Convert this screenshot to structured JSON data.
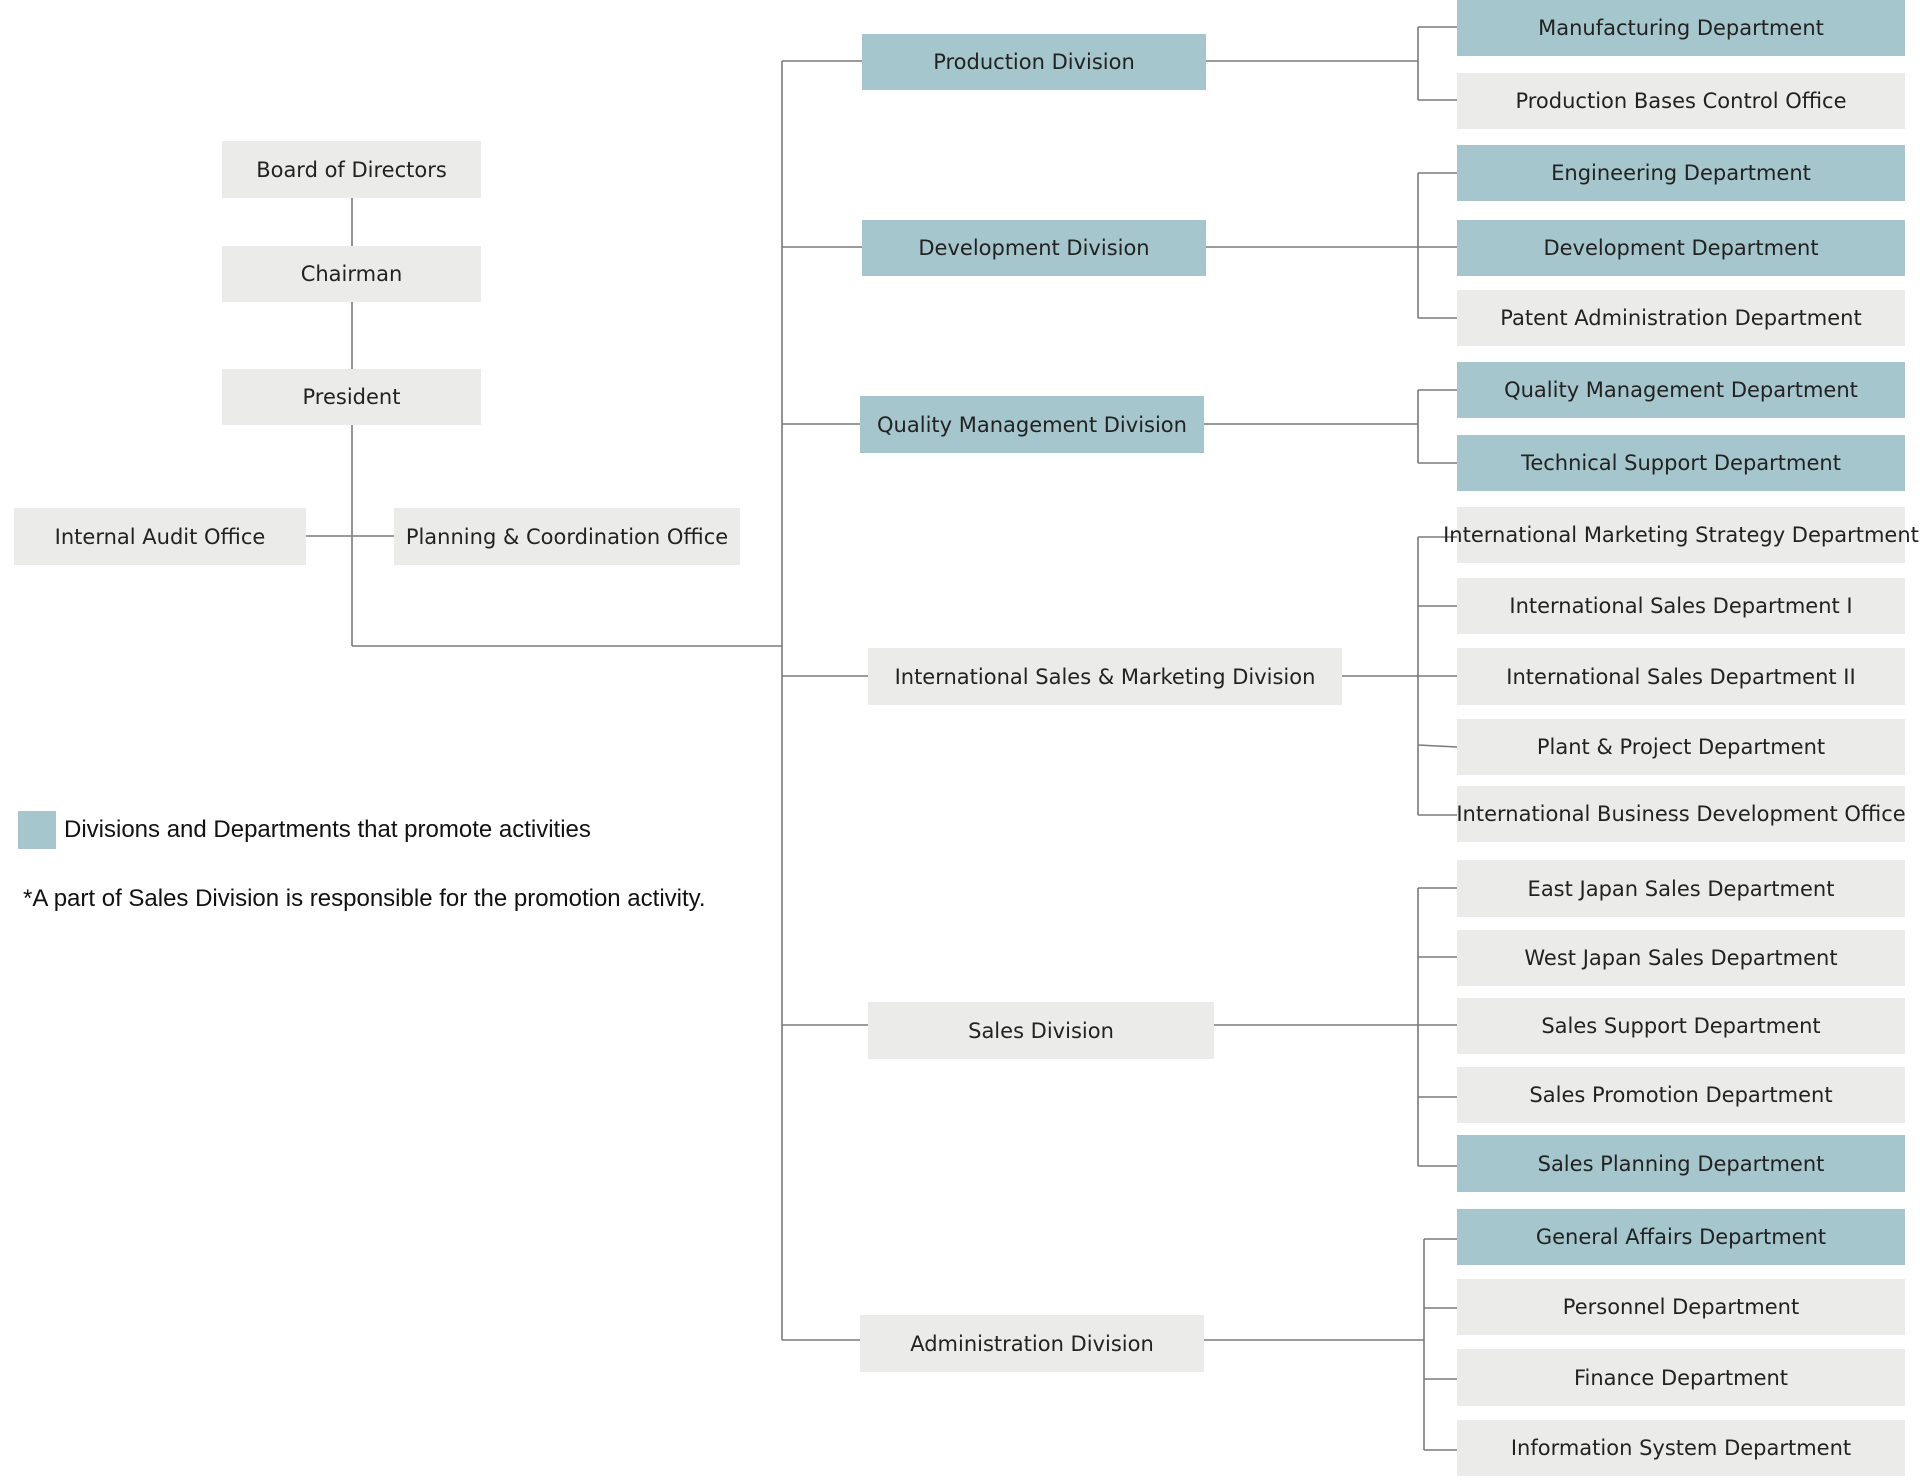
{
  "colors": {
    "highlight": "#a5c6cd",
    "normal": "#ebebea",
    "line": "#7a7a7a"
  },
  "executive": {
    "board": "Board of Directors",
    "chairman": "Chairman",
    "president": "President",
    "internal_audit": "Internal Audit Office",
    "planning": "Planning & Coordination Office"
  },
  "divisions": [
    {
      "name": "Production Division",
      "highlight": true,
      "departments": [
        {
          "name": "Manufacturing Department",
          "highlight": true
        },
        {
          "name": "Production Bases Control Office",
          "highlight": false
        }
      ]
    },
    {
      "name": "Development Division",
      "highlight": true,
      "departments": [
        {
          "name": "Engineering Department",
          "highlight": true
        },
        {
          "name": "Development Department",
          "highlight": true
        },
        {
          "name": "Patent Administration Department",
          "highlight": false
        }
      ]
    },
    {
      "name": "Quality Management Division",
      "highlight": true,
      "departments": [
        {
          "name": "Quality Management Department",
          "highlight": true
        },
        {
          "name": "Technical Support Department",
          "highlight": true
        }
      ]
    },
    {
      "name": "International Sales & Marketing Division",
      "highlight": false,
      "departments": [
        {
          "name": "International Marketing Strategy Department",
          "highlight": false
        },
        {
          "name": "International Sales Department I",
          "highlight": false
        },
        {
          "name": "International Sales Department II",
          "highlight": false
        },
        {
          "name": "Plant & Project Department",
          "highlight": false
        },
        {
          "name": "International Business Development Office",
          "highlight": false
        }
      ]
    },
    {
      "name": "Sales Division",
      "highlight": false,
      "departments": [
        {
          "name": "East Japan Sales Department",
          "highlight": false
        },
        {
          "name": "West Japan Sales Department",
          "highlight": false
        },
        {
          "name": "Sales Support Department",
          "highlight": false
        },
        {
          "name": "Sales Promotion Department",
          "highlight": false
        },
        {
          "name": "Sales Planning Department",
          "highlight": true
        }
      ]
    },
    {
      "name": "Administration Division",
      "highlight": false,
      "departments": [
        {
          "name": "General Affairs Department",
          "highlight": true
        },
        {
          "name": "Personnel Department",
          "highlight": false
        },
        {
          "name": "Finance Department",
          "highlight": false
        },
        {
          "name": "Information System Department",
          "highlight": false
        }
      ]
    }
  ],
  "legend": {
    "text": "Divisions and Departments that promote activities"
  },
  "footnote": "*A part of Sales Division is responsible for the promotion activity."
}
